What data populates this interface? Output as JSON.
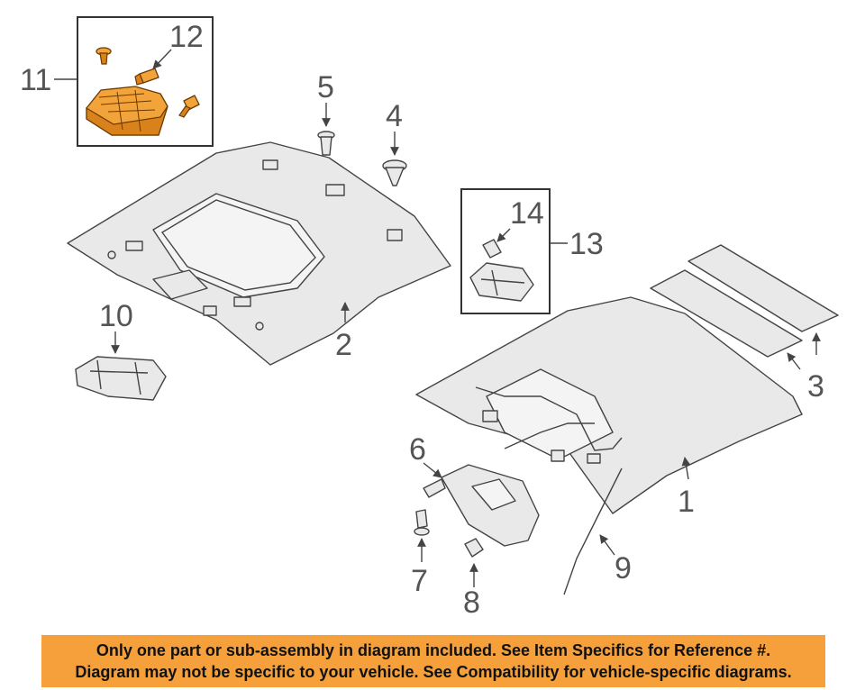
{
  "callouts": {
    "c1": "1",
    "c2": "2",
    "c3": "3",
    "c4": "4",
    "c5": "5",
    "c6": "6",
    "c7": "7",
    "c8": "8",
    "c9": "9",
    "c10": "10",
    "c11": "11",
    "c12": "12",
    "c13": "13",
    "c14": "14"
  },
  "disclaimer": {
    "line1": "Only one part or sub-assembly in diagram included. See Item Specifics for Reference #.",
    "line2": "Diagram may not be specific to your vehicle. See Compatibility for vehicle-specific diagrams."
  },
  "colors": {
    "highlight": "#f2a33a",
    "banner": "#f5a03a"
  }
}
